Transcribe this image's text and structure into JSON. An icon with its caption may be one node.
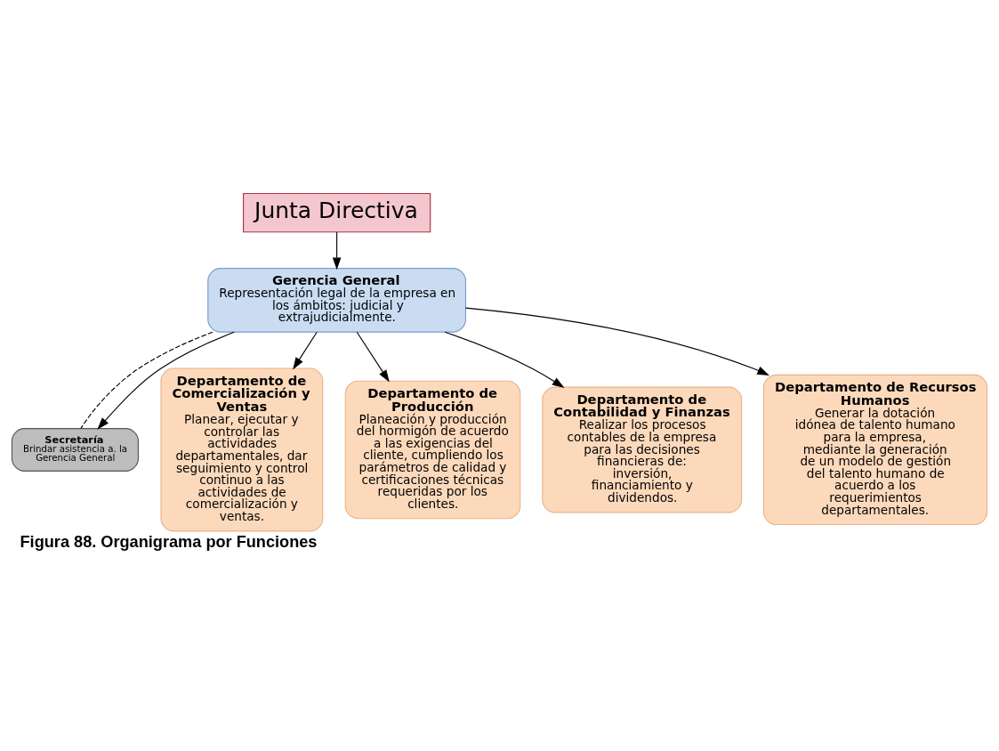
{
  "diagram": {
    "caption": "Figura 88. Organigrama por Funciones",
    "nodes": [
      {
        "text": [
          "Junta Directiva"
        ]
      },
      {
        "text": [
          "Gerencia General",
          "Representación legal de la empresa en los ámbitos: judicial y extrajudicialmente."
        ]
      },
      {
        "text": [
          "Secretaría",
          "Brindar asistencia a. la Gerencia General"
        ]
      },
      {
        "text": [
          "Departamento de Comercialización y Ventas",
          "Planear, ejecutar y controlar las actividades departamentales, dar seguimiento y control continuo a las actividades de comercialización y ventas."
        ]
      },
      {
        "text": [
          "Departamento de Producción",
          "Planeación y producción del hormigón de acuerdo a las exigencias del cliente, cumpliendo los parámetros de calidad y certificaciones técnicas requeridas por los clientes."
        ]
      },
      {
        "text": [
          "Departamento de Contabilidad y Finanzas",
          "Realizar los procesos contables de la empresa para las decisiones financieras de: inversión, financiamiento y dividendos."
        ]
      },
      {
        "text": [
          "Departamento de Recursos Humanos",
          "Generar la dotación idónea de talento humano para la empresa, mediante la generación de un modelo de gestión del talento humano de acuerdo a los requerimientos departamentales."
        ]
      }
    ],
    "edges": [
      {
        "from": 0,
        "to": 1,
        "arrow": "to"
      },
      {
        "from": 1,
        "to": 2,
        "arrow": "none",
        "style": "dashed"
      },
      {
        "from": 1,
        "to": 2,
        "arrow": "to"
      },
      {
        "from": 1,
        "to": 3,
        "arrow": "to"
      },
      {
        "from": 1,
        "to": 4,
        "arrow": "to"
      },
      {
        "from": 1,
        "to": 5,
        "arrow": "to"
      },
      {
        "from": 1,
        "to": 6,
        "arrow": "to"
      }
    ]
  }
}
